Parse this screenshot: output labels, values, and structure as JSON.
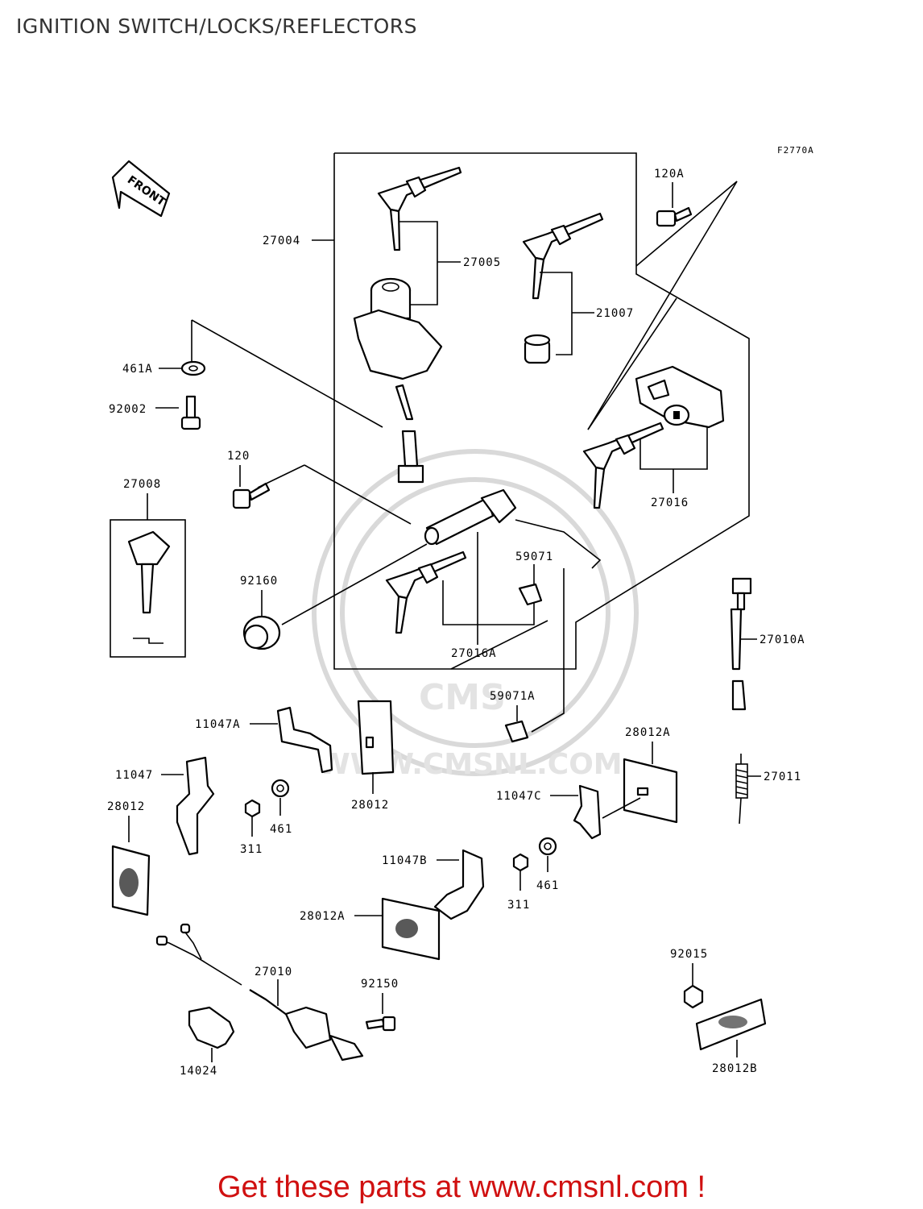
{
  "title": "IGNITION SWITCH/LOCKS/REFLECTORS",
  "diagram_code": "F2770A",
  "front_label": "FRONT",
  "watermark": "WWW.CMSNL.COM",
  "watermark_logo": "CMS",
  "parts": {
    "p27004": "27004",
    "p27005": "27005",
    "p21007": "21007",
    "p120A": "120A",
    "p461A": "461A",
    "p92002": "92002",
    "p120": "120",
    "p27008": "27008",
    "p27016": "27016",
    "p59071": "59071",
    "p92160": "92160",
    "p27016A": "27016A",
    "p27010A": "27010A",
    "p59071A": "59071A",
    "p11047A": "11047A",
    "p28012A_top": "28012A",
    "p11047": "11047",
    "p27011": "27011",
    "p28012_left": "28012",
    "p28012_mid": "28012",
    "p461_left": "461",
    "p311_left": "311",
    "p11047C": "11047C",
    "p11047B": "11047B",
    "p311_right": "311",
    "p461_right": "461",
    "p28012A_bottom": "28012A",
    "p27010": "27010",
    "p92150": "92150",
    "p92015": "92015",
    "p14024": "14024",
    "p28012B": "28012B"
  },
  "footer": "Get these parts at www.cmsnl.com !"
}
